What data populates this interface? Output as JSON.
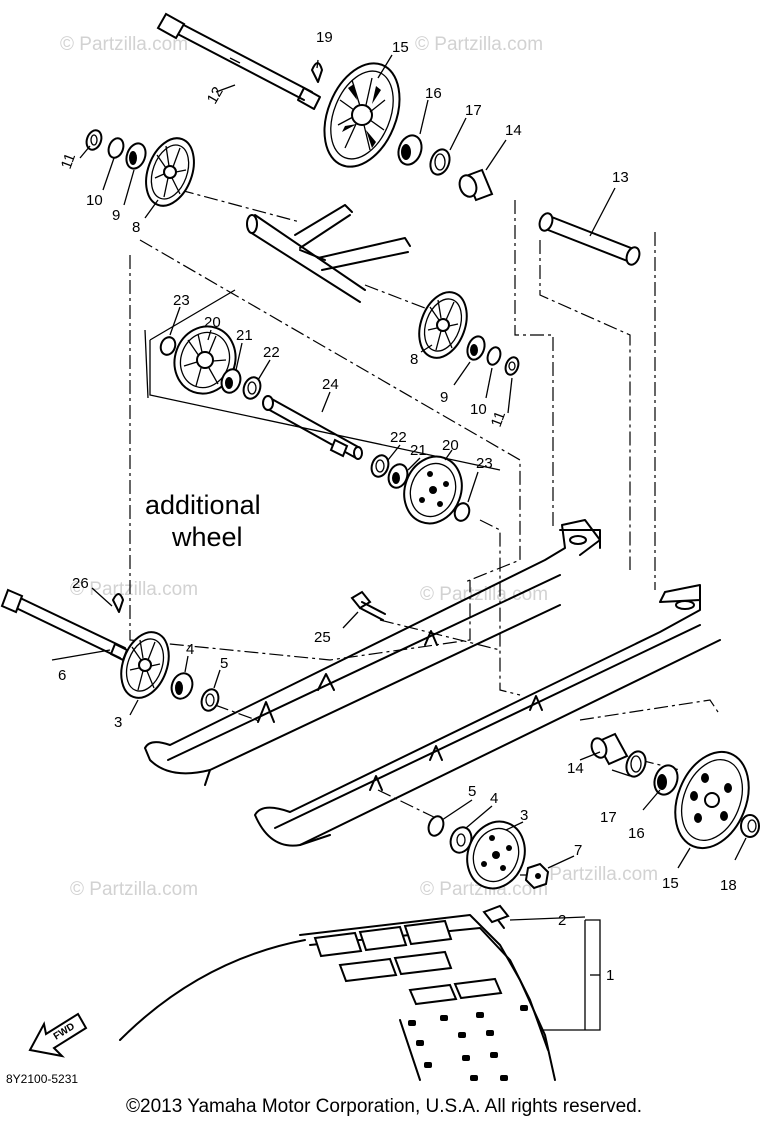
{
  "watermark": "© Partzilla.com",
  "inset_caption": {
    "line1": "additional",
    "line2": "wheel"
  },
  "fwd_label": "FWD",
  "diagram_code": "8Y2100-5231",
  "copyright": "©2013 Yamaha Motor Corporation, U.S.A. All rights reserved.",
  "callouts": {
    "c1": "1",
    "c2": "2",
    "c3a": "3",
    "c3b": "3",
    "c4a": "4",
    "c4b": "4",
    "c5a": "5",
    "c5b": "5",
    "c6": "6",
    "c7": "7",
    "c8a": "8",
    "c8b": "8",
    "c9a": "9",
    "c9b": "9",
    "c10a": "10",
    "c10b": "10",
    "c11a": "11",
    "c11b": "11",
    "c12": "12",
    "c13": "13",
    "c14a": "14",
    "c14b": "14",
    "c15a": "15",
    "c15b": "15",
    "c16a": "16",
    "c16b": "16",
    "c17a": "17",
    "c17b": "17",
    "c18": "18",
    "c19": "19",
    "c20a": "20",
    "c20b": "20",
    "c21a": "21",
    "c21b": "21",
    "c22a": "22",
    "c22b": "22",
    "c23a": "23",
    "c23b": "23",
    "c24": "24",
    "c25": "25",
    "c26": "26"
  }
}
